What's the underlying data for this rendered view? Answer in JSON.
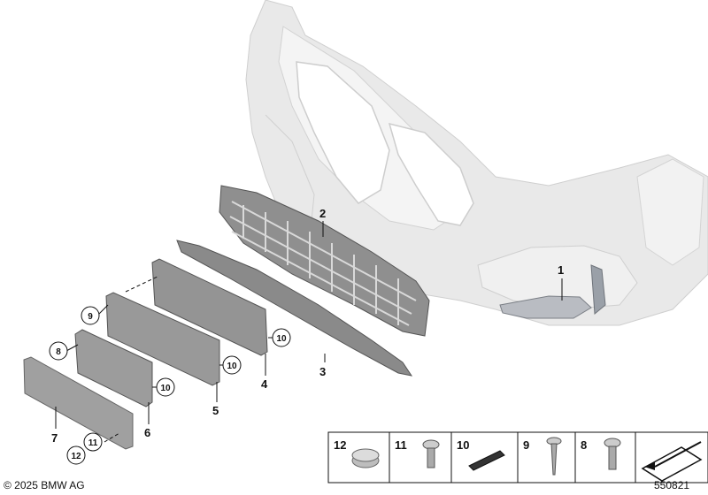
{
  "copyright": "© 2025 BMW AG",
  "diagram_id": "550821",
  "callouts": {
    "c1": "1",
    "c2": "2",
    "c3": "3",
    "c4": "4",
    "c5": "5",
    "c6": "6",
    "c7": "7",
    "c8": "8",
    "c9": "9",
    "c10a": "10",
    "c10b": "10",
    "c10c": "10",
    "c11": "11",
    "c12": "12"
  },
  "legend": {
    "l12": "12",
    "l11": "11",
    "l10": "10",
    "l9": "9",
    "l8": "8"
  },
  "colors": {
    "bumper": "#e6e6e6",
    "bumper_edge": "#cfcfcf",
    "part": "#8f8f8f",
    "part_dark": "#6e6e6e",
    "accent_fog": "#b9bcc2"
  }
}
